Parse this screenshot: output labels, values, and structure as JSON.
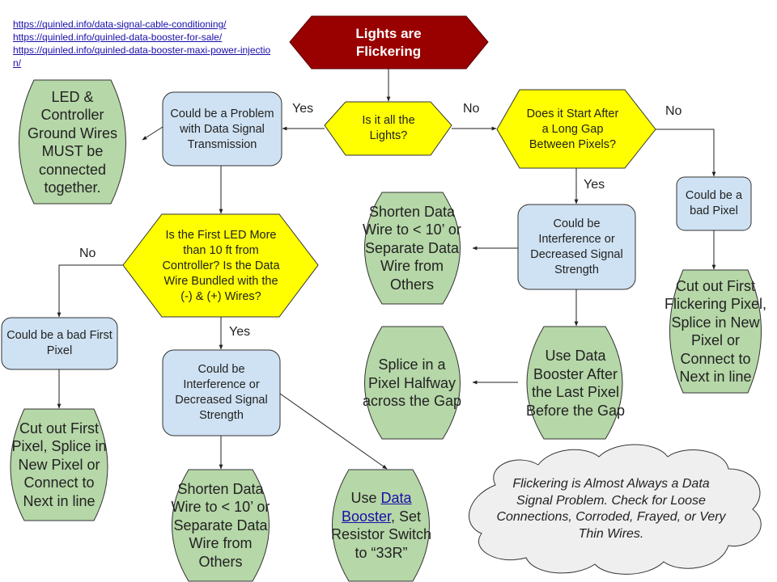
{
  "links": [
    "https://quinled.info/data-signal-cable-conditioning/",
    "https://quinled.info/quinled-data-booster-for-sale/",
    "https://quinled.info/quinled-data-booster-maxi-power-injection/"
  ],
  "colors": {
    "start": "#990000",
    "decision": "#ffff00",
    "process": "#cfe2f3",
    "action": "#b6d7a8",
    "cloud": "#efefef",
    "link": "#1a0dab"
  },
  "nodes": {
    "start": "Lights are Flickering",
    "q_all_lights": "Is it all the Lights?",
    "data_signal": "Could be a Problem with Data Signal Transmission",
    "ground_wires": "LED & Controller Ground Wires MUST be connected together.",
    "q_long_gap": "Does it Start After a Long Gap Between Pixels?",
    "bad_pixel": "Could be a bad Pixel",
    "cut_flickering": "Cut out First Flickering Pixel, Splice in New Pixel or Connect to Next in line",
    "interference_right": "Could be Interference or Decreased Signal Strength",
    "shorten_right": "Shorten Data Wire to < 10’ or Separate Data Wire from Others",
    "booster_after_last": "Use Data Booster After the Last Pixel Before the Gap",
    "splice_halfway": "Splice in a Pixel Halfway across the Gap",
    "q_first_led": "Is the First LED More than 10 ft from Controller? Is the Data Wire Bundled with the (-) & (+) Wires?",
    "bad_first_pixel": "Could be a bad First Pixel",
    "cut_first": "Cut out First Pixel, Splice in New Pixel or Connect to Next in line",
    "interference_left": "Could be Interference or Decreased Signal Strength",
    "shorten_left": "Shorten Data Wire to < 10’ or Separate Data Wire from Others",
    "use_booster": {
      "prefix": "Use ",
      "link_text": "Data Booster",
      "suffix": ", Set Resistor Switch to “33R”"
    },
    "cloud_note": "Flickering is Almost Always a Data Signal Problem. Check for Loose Connections, Corroded, Frayed, or Very Thin Wires."
  },
  "edge_labels": {
    "all_lights_yes": "Yes",
    "all_lights_no": "No",
    "long_gap_no": "No",
    "long_gap_yes": "Yes",
    "first_led_no": "No",
    "first_led_yes": "Yes"
  }
}
